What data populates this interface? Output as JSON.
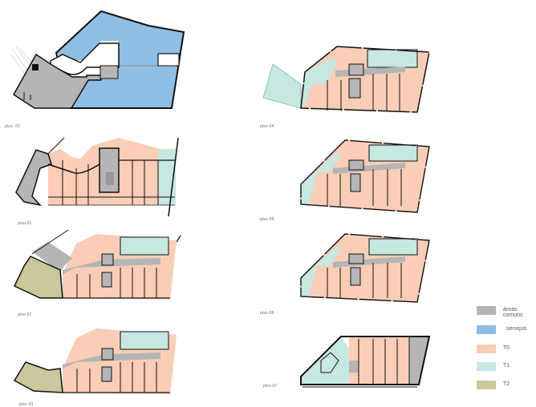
{
  "sheet": {
    "plans": [
      {
        "id": "piso_-1",
        "label": "piso -01"
      },
      {
        "id": "piso_01",
        "label": "piso 01"
      },
      {
        "id": "piso_02",
        "label": "piso 02"
      },
      {
        "id": "piso_03",
        "label": "piso 03"
      },
      {
        "id": "piso_04",
        "label": "piso 04"
      },
      {
        "id": "piso_05",
        "label": "piso 05"
      },
      {
        "id": "piso_06",
        "label": "piso 06"
      },
      {
        "id": "piso_07",
        "label": "piso 07"
      }
    ]
  },
  "legend": {
    "items": [
      {
        "label": "áreas comuns",
        "color": "#b5b5b5"
      },
      {
        "label": "serviços",
        "color": "#90bde2"
      },
      {
        "label": "T0",
        "color": "#f9cdb6"
      },
      {
        "label": "T1",
        "color": "#c6e7e2"
      },
      {
        "label": "T2",
        "color": "#c9c79b"
      }
    ]
  },
  "colors": {
    "comuns": "#b5b5b5",
    "servicos": "#90bde2",
    "t0": "#f9cdb6",
    "t1": "#c6e7e2",
    "t2": "#c9c79b",
    "wall": "#111111"
  }
}
